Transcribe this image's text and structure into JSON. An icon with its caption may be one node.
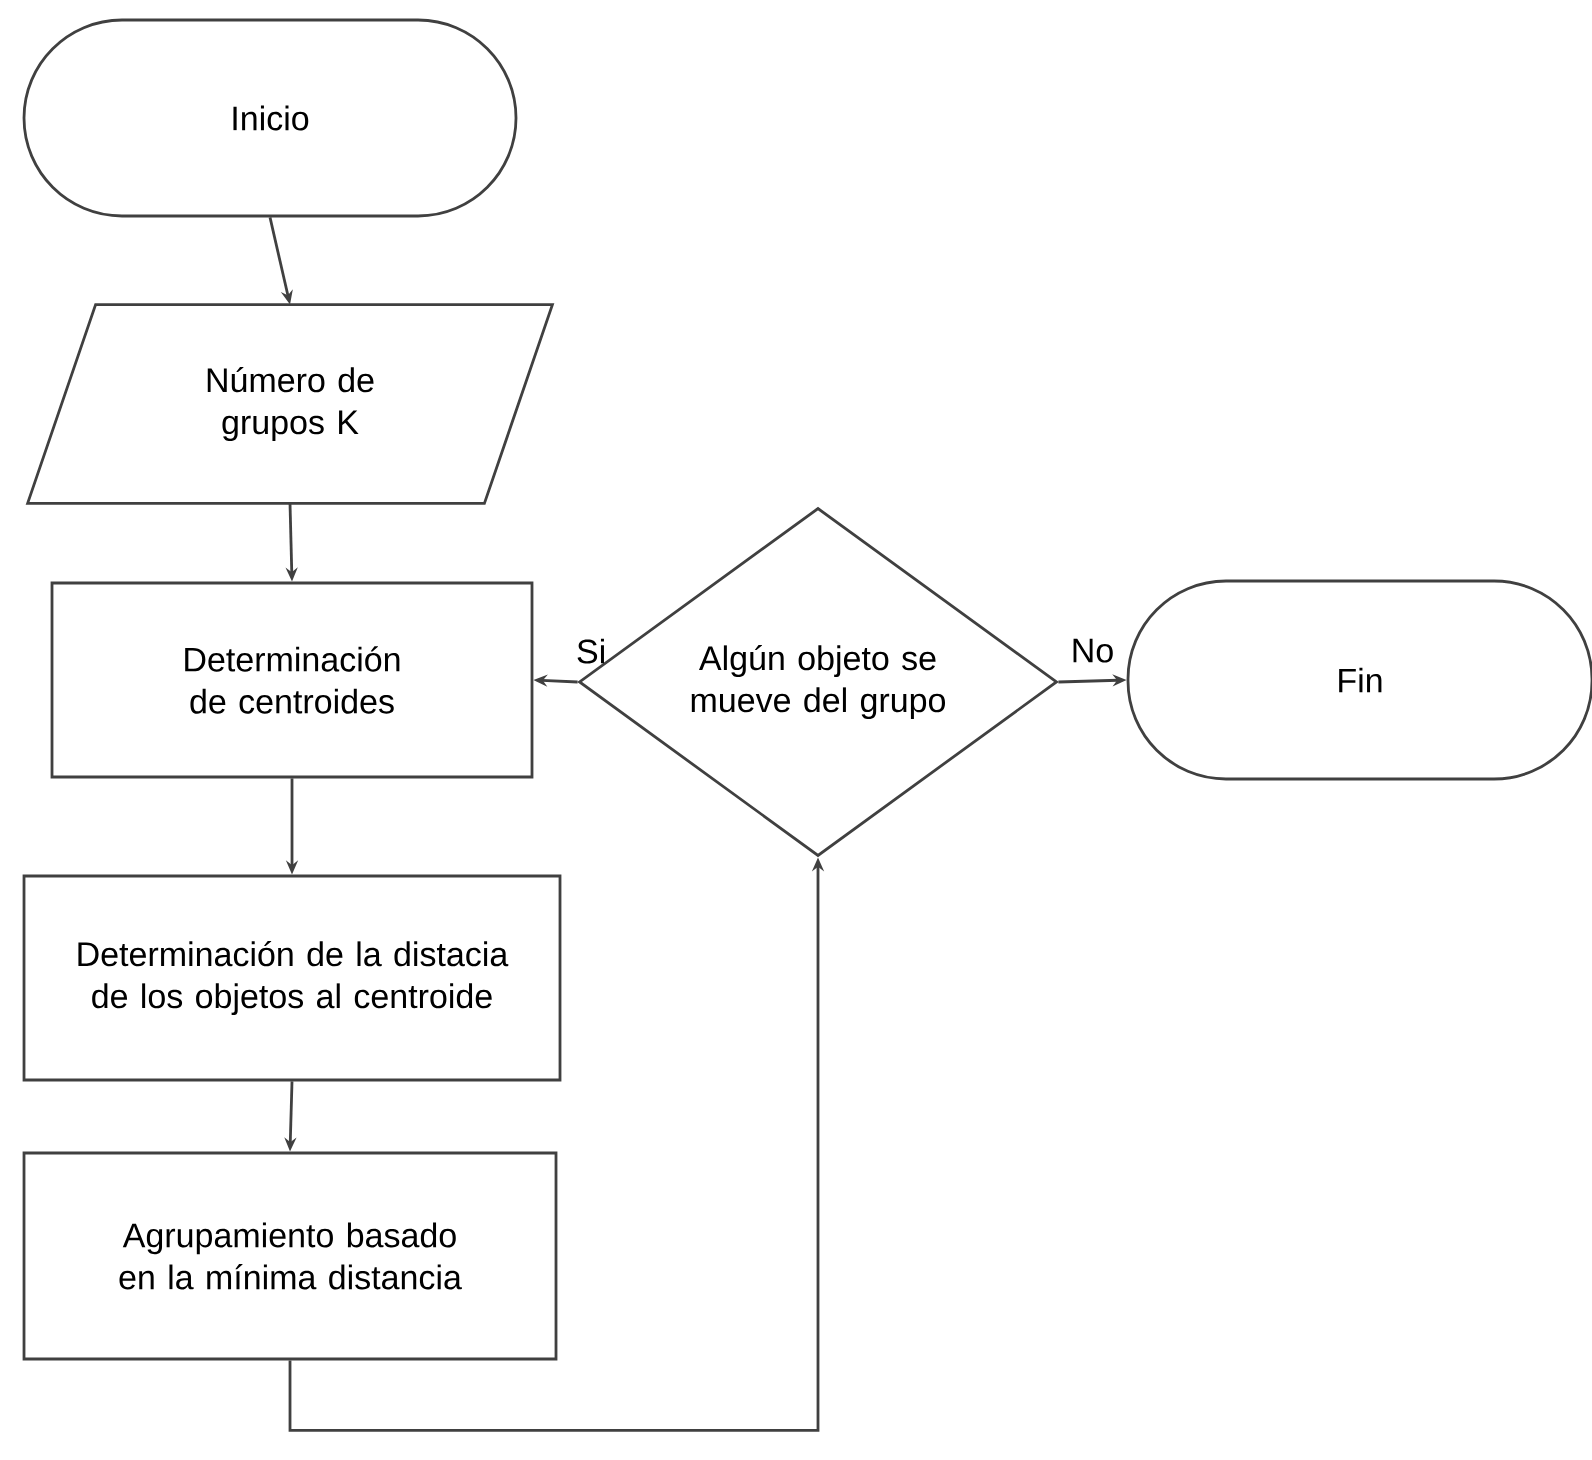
{
  "diagram": {
    "nodes": [
      {
        "text": [
          "Inicio"
        ]
      },
      {
        "text": [
          "Número de grupos K"
        ]
      },
      {
        "text": [
          "Determinación de centroides"
        ]
      },
      {
        "text": [
          "Algún objeto se mueve del grupo"
        ]
      },
      {
        "text": [
          "Fin"
        ]
      },
      {
        "text": [
          "Determinación de la distacia de los objetos al centroide"
        ]
      },
      {
        "text": [
          "Agrupamiento  basado en la mínima distancia"
        ]
      }
    ],
    "edges": [
      {
        "from": 0,
        "to": 1,
        "arrow": "to"
      },
      {
        "from": 1,
        "to": 2,
        "arrow": "to"
      },
      {
        "from": 3,
        "to": 2,
        "arrow": "to",
        "label": "Si"
      },
      {
        "from": 3,
        "to": 4,
        "arrow": "to",
        "label": "No"
      },
      {
        "from": 2,
        "to": 5,
        "arrow": "to"
      },
      {
        "from": 5,
        "to": 6,
        "arrow": "to"
      },
      {
        "from": 6,
        "to": 3,
        "arrow": "to"
      }
    ]
  }
}
